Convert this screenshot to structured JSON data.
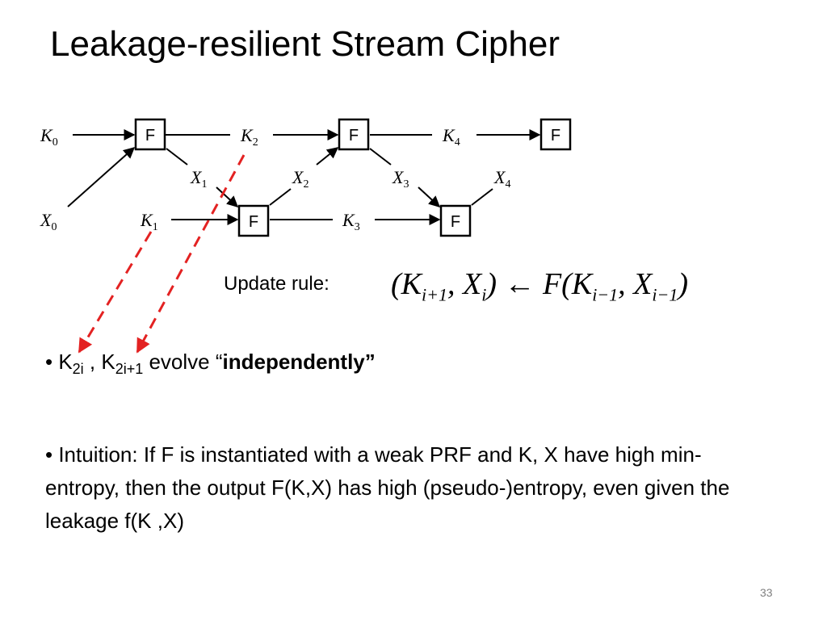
{
  "slide": {
    "title": "Leakage-resilient Stream Cipher",
    "page_number": "33"
  },
  "diagram": {
    "box_label": "F",
    "top_labels": {
      "k0": "K",
      "k0_sub": "0",
      "k2": "K",
      "k2_sub": "2",
      "k4": "K",
      "k4_sub": "4"
    },
    "x_labels": {
      "x0": "X",
      "x0_sub": "0",
      "x1": "X",
      "x1_sub": "1",
      "x2": "X",
      "x2_sub": "2",
      "x3": "X",
      "x3_sub": "3",
      "x4": "X",
      "x4_sub": "4"
    },
    "bottom_labels": {
      "k1": "K",
      "k1_sub": "1",
      "k3": "K",
      "k3_sub": "3"
    },
    "leak_arrow_color": "#e32222"
  },
  "update_rule": {
    "label": "Update rule:",
    "formula": {
      "open": "(K",
      "s1": "i+1",
      "mid1": ", X",
      "s2": "i",
      "mid2": ") ← F(K",
      "s3": "i−1",
      "mid3": ", X",
      "s4": "i−1",
      "close": ")"
    }
  },
  "bullets": {
    "b1": {
      "prefix": "• K",
      "sub1": "2i",
      "mid": " , K",
      "sub2": "2i+1",
      "text": " evolve “",
      "bold": "independently”"
    },
    "b2": {
      "text": "• Intuition: If F is instantiated with a weak PRF and K, X have  high min-entropy, then the output F(K,X) has high (pseudo-)entropy, even given the leakage f(K ,X)"
    }
  }
}
